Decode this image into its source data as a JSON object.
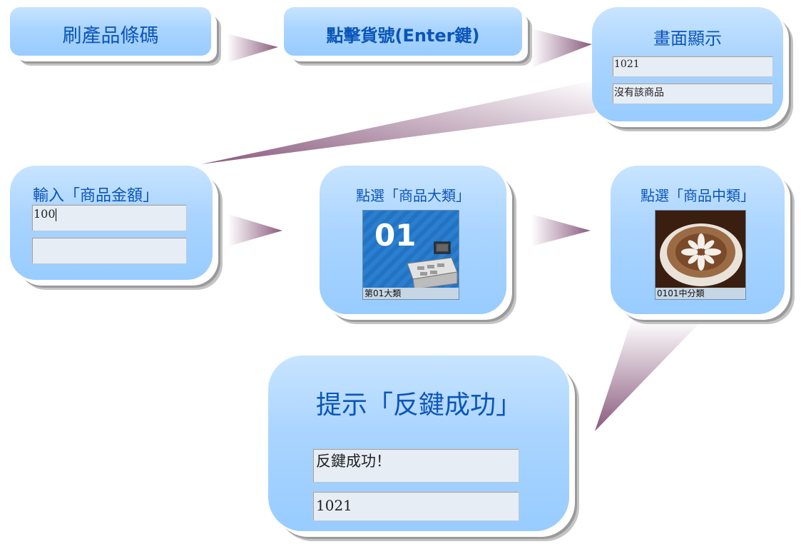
{
  "steps": {
    "scan": {
      "title": "刷產品條碼"
    },
    "click": {
      "title": "點擊貨號(Enter鍵)"
    },
    "display": {
      "title": "畫面顯示",
      "field_code": "1021",
      "field_message": "沒有該商品"
    },
    "amount": {
      "title": "輸入「商品金額」",
      "field_value": "100",
      "field_empty": ""
    },
    "major": {
      "title": "點選「商品大類」",
      "tile_number": "01",
      "tile_caption": "第01大類"
    },
    "medium": {
      "title": "點選「商品中類」",
      "tile_caption": "0101中分類"
    },
    "result": {
      "title": "提示「反鍵成功」",
      "field_message": "反鍵成功！",
      "field_code": "1021"
    }
  },
  "colors": {
    "box_fill": "#a9d4ff",
    "title_text": "#0b55b8",
    "arrow": "#8a5a7e",
    "tile_blue": "#2a7fd0"
  },
  "icons": {
    "major_tile": "pos-register-icon",
    "medium_tile": "latte-art-cup-icon"
  }
}
